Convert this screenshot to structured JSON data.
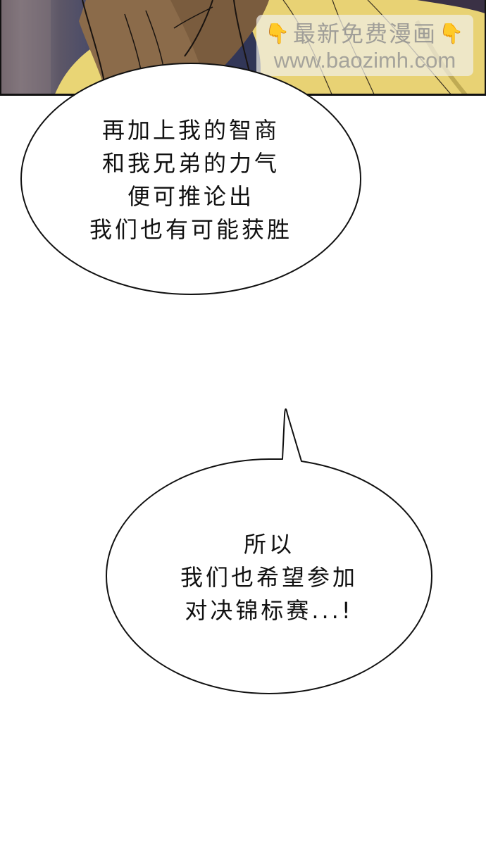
{
  "comic_panel": {
    "watermark": {
      "line1": "最新免费漫画",
      "line2": "www.baozimh.com",
      "left_icon": "👇",
      "right_icon": "👇"
    }
  },
  "bubbles": [
    {
      "lines": [
        "再加上我的智商",
        "和我兄弟的力气",
        "便可推论出",
        "我们也有可能获胜"
      ]
    },
    {
      "lines": [
        "所以",
        "我们也希望参加",
        "对决锦标赛...!"
      ]
    }
  ],
  "colors": {
    "bubble_fill": "#ffffff",
    "bubble_stroke": "#111111",
    "panel_border": "#111111",
    "skin": "#8b6b4a",
    "shirt": "#e8d274",
    "background_dark": "#33395c"
  }
}
